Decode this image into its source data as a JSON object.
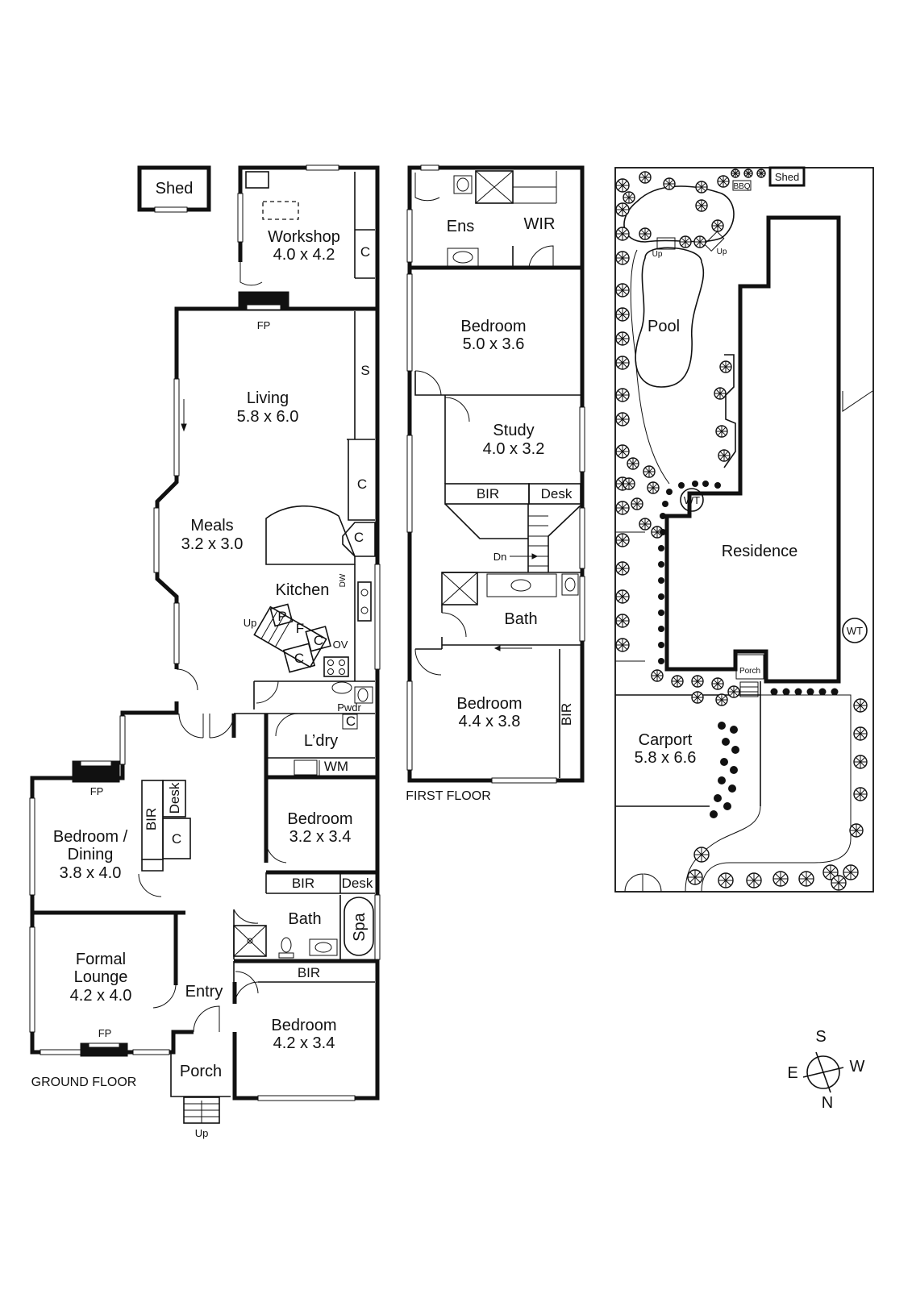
{
  "ground_floor": {
    "title": "GROUND FLOOR",
    "rooms": {
      "shed": "Shed",
      "workshop": "Workshop",
      "workshop_dim": "4.0 x 4.2",
      "living": "Living",
      "living_dim": "5.8 x 6.0",
      "meals": "Meals",
      "meals_dim": "3.2 x 3.0",
      "kitchen": "Kitchen",
      "laundry": "L’dry",
      "bedroom_a": "Bedroom",
      "bedroom_a_dim": "3.2 x 3.4",
      "bedroom_dining_1": "Bedroom /",
      "bedroom_dining_2": "Dining",
      "bedroom_dining_dim": "3.8 x 4.0",
      "bath": "Bath",
      "formal_1": "Formal",
      "formal_2": "Lounge",
      "formal_dim": "4.2 x 4.0",
      "entry": "Entry",
      "bedroom_b": "Bedroom",
      "bedroom_b_dim": "4.2 x 3.4",
      "porch": "Porch"
    },
    "labels": {
      "c": "C",
      "s": "S",
      "fp": "FP",
      "up": "Up",
      "p": "P",
      "f": "F",
      "ov": "OV",
      "dw": "DW",
      "pwdr": "Pwdr",
      "wm": "WM",
      "bir": "BIR",
      "desk": "Desk",
      "spa": "Spa"
    }
  },
  "first_floor": {
    "title": "FIRST FLOOR",
    "rooms": {
      "ens": "Ens",
      "wir": "WIR",
      "bedroom_a": "Bedroom",
      "bedroom_a_dim": "5.0 x 3.6",
      "study": "Study",
      "study_dim": "4.0 x 3.2",
      "bath": "Bath",
      "bedroom_b": "Bedroom",
      "bedroom_b_dim": "4.4 x 3.8"
    },
    "labels": {
      "bir": "BIR",
      "desk": "Desk",
      "dn": "Dn"
    }
  },
  "site": {
    "labels": {
      "shed": "Shed",
      "bbq": "BBQ",
      "up": "Up",
      "pool": "Pool",
      "wt": "WT",
      "residence": "Residence",
      "porch": "Porch",
      "carport": "Carport",
      "carport_dim": "5.8 x 6.6"
    }
  },
  "compass": {
    "s": "S",
    "e": "E",
    "w": "W",
    "n": "N"
  }
}
